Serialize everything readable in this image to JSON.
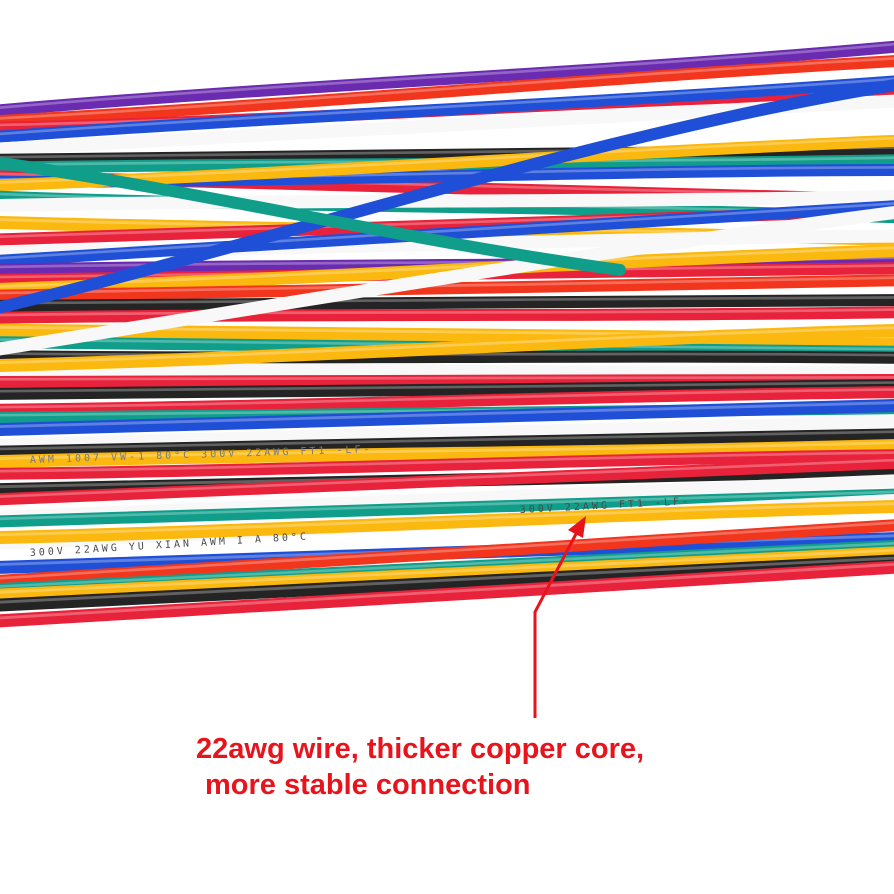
{
  "caption": {
    "line1": "22awg wire, thicker copper core,",
    "line2": "more stable connection",
    "color": "#e8141c"
  },
  "printing": {
    "legend_front": "300V 22AWG YU XIAN AWM I A 80°C",
    "legend_back": "AWM 1007 VW-1 80°C 300V 22AWG FT1 -LF-",
    "legend_highlight": "300V 22AWG FT1 -LF-"
  },
  "colors": {
    "red": "#e8223a",
    "orange_red": "#f2361e",
    "yellow": "#fbb80e",
    "blue": "#1f4fd6",
    "white": "#f8f8f8",
    "black": "#242424",
    "green": "#109e8a",
    "purple": "#6a2bb0",
    "arrow": "#e8141c"
  },
  "icons": {
    "arrow": "annotation-arrow-icon"
  }
}
